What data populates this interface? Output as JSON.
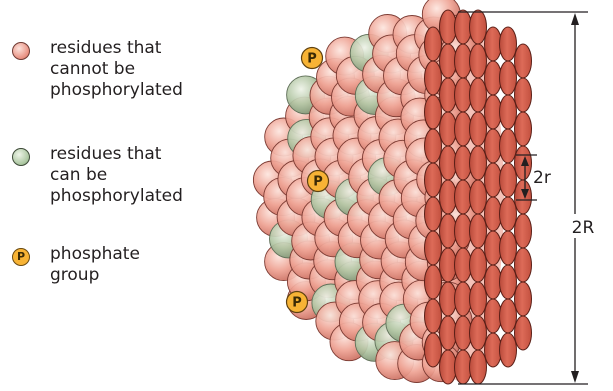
{
  "legend": {
    "items": [
      {
        "icon": "pink-residue-icon",
        "color": "#e88f80",
        "label": "residues that\ncannot be\nphosphorylated"
      },
      {
        "icon": "green-residue-icon",
        "color": "#a9c59e",
        "label": "residues that\ncan be\nphosphorylated"
      },
      {
        "icon": "phosphate-icon",
        "color": "#f7b335",
        "label": "phosphate\ngroup"
      }
    ],
    "phosphate_symbol": "P"
  },
  "figure": {
    "phosphate_symbol": "P",
    "small_radius_label": "2r",
    "large_radius_label": "2R"
  },
  "colors": {
    "residue_pink": "#e88f80",
    "residue_green": "#a9c59e",
    "fiber_red": "#d2604f",
    "phosphate": "#f7b335",
    "line": "#231f20"
  }
}
